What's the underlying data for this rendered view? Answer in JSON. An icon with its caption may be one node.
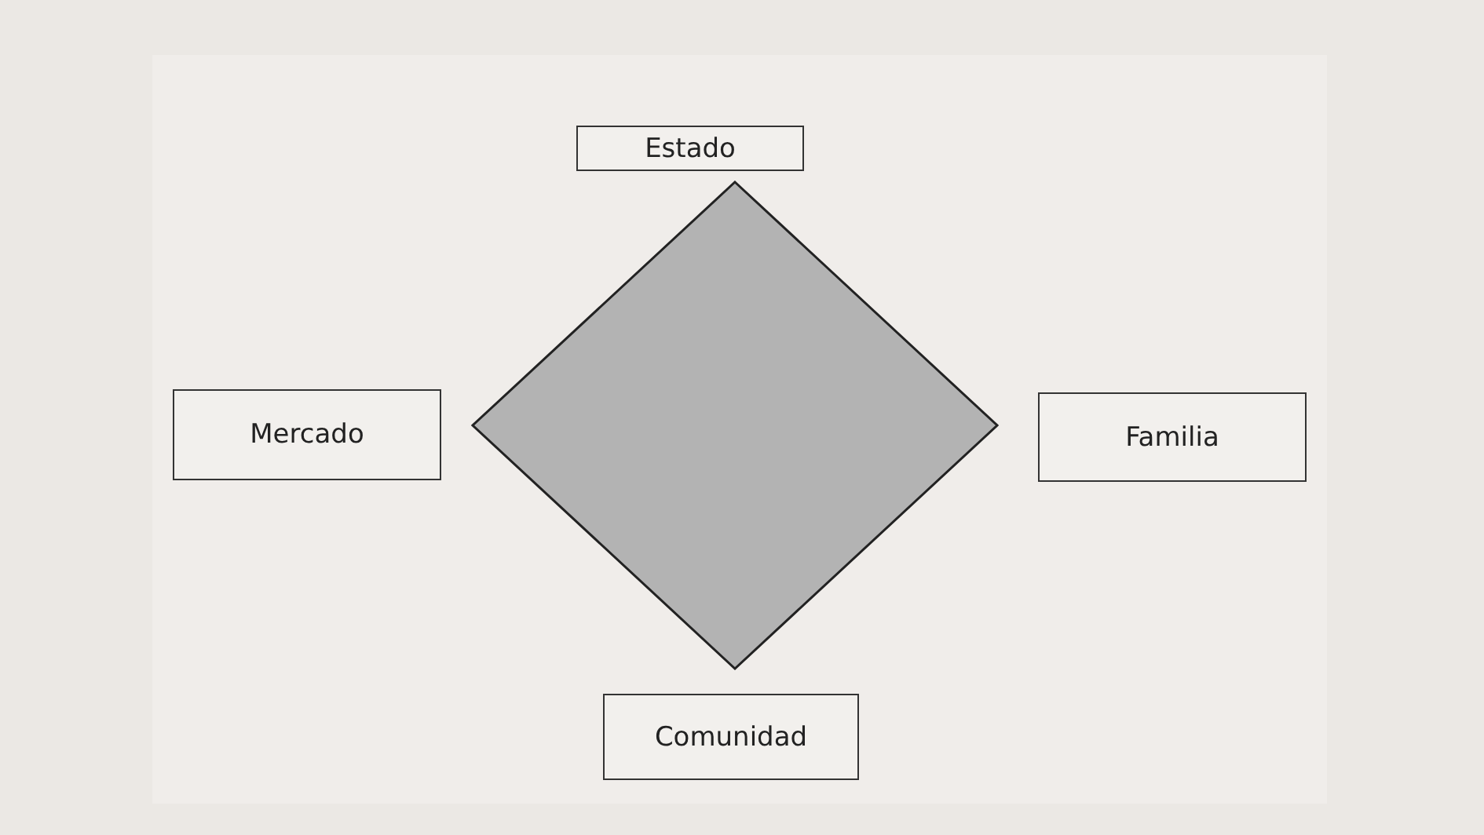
{
  "diagram": {
    "nodes": [
      {
        "text": [
          "Estado"
        ]
      },
      {
        "text": [
          "Mercado"
        ]
      },
      {
        "text": [],
        "shape": "diamond"
      },
      {
        "text": [
          "Familia"
        ]
      },
      {
        "text": [
          "Comunidad"
        ]
      }
    ]
  }
}
